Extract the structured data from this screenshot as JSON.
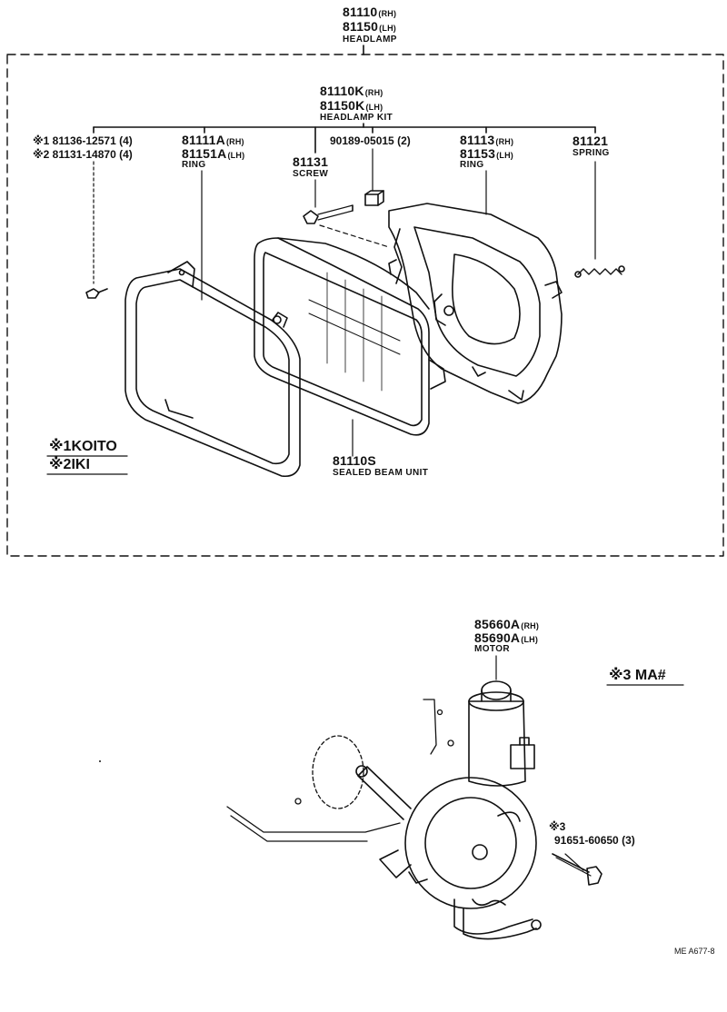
{
  "headlamp": {
    "pn_rh": "81110",
    "rh": "(RH)",
    "pn_lh": "81150",
    "lh": "(LH)",
    "name": "HEADLAMP"
  },
  "kit": {
    "pn_rh": "81110K",
    "rh": "(RH)",
    "pn_lh": "81150K",
    "lh": "(LH)",
    "name": "HEADLAMP KIT"
  },
  "parts": {
    "p_81136": "※1 81136-12571 (4)",
    "p_81131b": "※2 81131-14870 (4)",
    "ring_left_rh": "81111A",
    "ring_left_rh_sfx": "(RH)",
    "ring_left_lh": "81151A",
    "ring_left_lh_sfx": "(LH)",
    "ring_left_name": "RING",
    "screw_pn": "81131",
    "screw_name": "SCREW",
    "clip_pn": "90189-05015 (2)",
    "ring_right_rh": "81113",
    "ring_right_rh_sfx": "(RH)",
    "ring_right_lh": "81153",
    "ring_right_lh_sfx": "(LH)",
    "ring_right_name": "RING",
    "spring_pn": "81121",
    "spring_name": "SPRING",
    "sealed_pn": "81110S",
    "sealed_name": "SEALED BEAM UNIT"
  },
  "legend": {
    "note1": "※1KOITO",
    "note2": "※2IKI",
    "note3": "※3 MA#"
  },
  "motor": {
    "pn_rh": "85660A",
    "rh": "(RH)",
    "pn_lh": "85690A",
    "lh": "(LH)",
    "name": "MOTOR",
    "bolt_mark": "※3",
    "bolt_pn": "91651-60650 (3)"
  },
  "footer": {
    "code": "ME  A677-8"
  }
}
